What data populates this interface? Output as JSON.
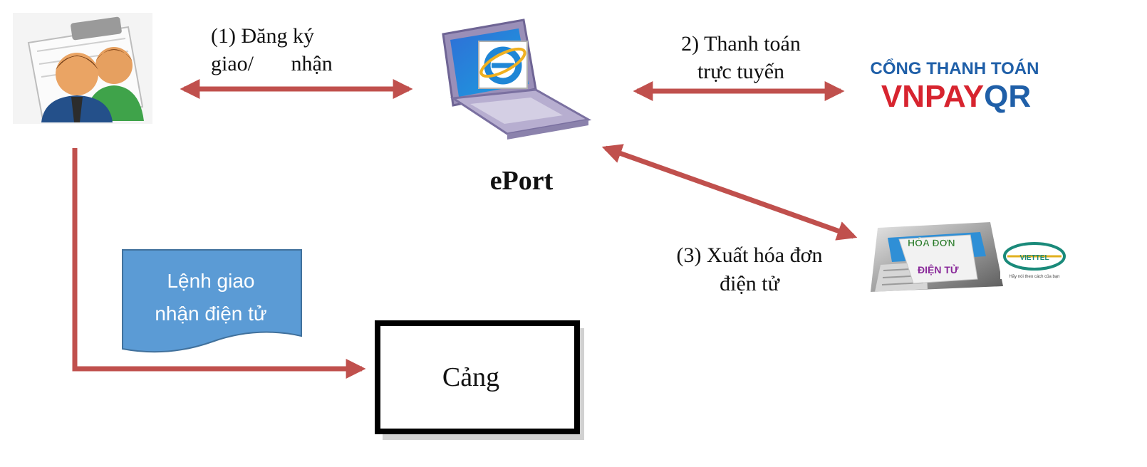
{
  "labels": {
    "step1_line1": "(1)  Đăng  ký",
    "step1_line2": "giao/       nhận",
    "step2_line1": "2) Thanh toán",
    "step2_line2": "trực tuyến",
    "step3_line1": "(3) Xuất hóa đơn",
    "step3_line2": "điện tử",
    "eport": "ePort",
    "document_line1": "Lệnh giao",
    "document_line2": "nhận điện tử",
    "port": "Cảng"
  },
  "vnpay": {
    "subtitle": "CỔNG THANH TOÁN",
    "brand_part1": "VNPAY",
    "brand_part2": "QR"
  },
  "invoice": {
    "word1": "HÓA ĐƠN",
    "word2": "ĐIỆN TỬ",
    "viettel": "VIETTEL",
    "viettel_slogan": "Hãy nói theo cách của bạn"
  },
  "colors": {
    "arrow": "#c0504d",
    "document_fill": "#5b9bd5",
    "vnpay_blue": "#1f5fa8",
    "vnpay_red": "#d7242f"
  }
}
